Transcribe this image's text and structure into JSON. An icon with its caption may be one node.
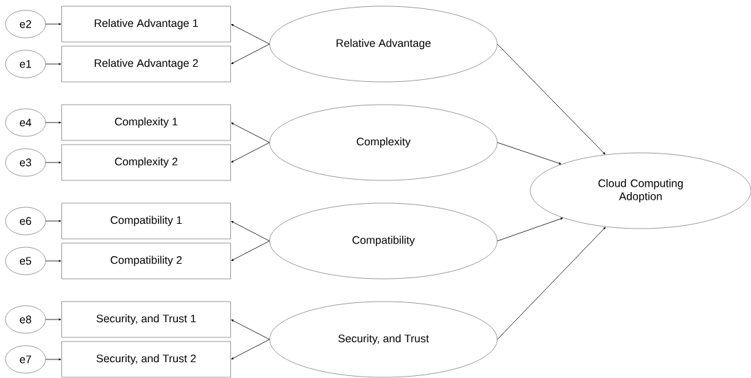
{
  "diagram": {
    "nodes": [
      {
        "text": [
          "e2"
        ]
      },
      {
        "text": [
          "Relative Advantage 1"
        ]
      },
      {
        "text": [
          "Relative Advantage"
        ]
      },
      {
        "text": [
          "e1"
        ]
      },
      {
        "text": [
          "Relative Advantage 2"
        ]
      },
      {
        "text": [
          "e4"
        ]
      },
      {
        "text": [
          "Complexity 1"
        ]
      },
      {
        "text": [
          "Complexity"
        ]
      },
      {
        "text": [
          "e3"
        ]
      },
      {
        "text": [
          "Complexity 2"
        ]
      },
      {
        "text": [
          "e6"
        ]
      },
      {
        "text": [
          "Compatibility 1"
        ]
      },
      {
        "text": [
          "Compatibility"
        ]
      },
      {
        "text": [
          "e5"
        ]
      },
      {
        "text": [
          "Compatibility 2"
        ]
      },
      {
        "text": [
          "e8"
        ]
      },
      {
        "text": [
          "Security, and Trust 1"
        ]
      },
      {
        "text": [
          "Security, and Trust"
        ]
      },
      {
        "text": [
          "e7"
        ]
      },
      {
        "text": [
          "Security, and Trust 2"
        ]
      },
      {
        "text": [
          "Cloud Computing Adoption"
        ]
      }
    ],
    "edges": [
      {
        "from": 0,
        "to": 1,
        "arrow": "to"
      },
      {
        "from": 3,
        "to": 4,
        "arrow": "to"
      },
      {
        "from": 2,
        "to": 1,
        "arrow": "to"
      },
      {
        "from": 2,
        "to": 4,
        "arrow": "to"
      },
      {
        "from": 5,
        "to": 6,
        "arrow": "to"
      },
      {
        "from": 8,
        "to": 9,
        "arrow": "to"
      },
      {
        "from": 7,
        "to": 6,
        "arrow": "to"
      },
      {
        "from": 7,
        "to": 9,
        "arrow": "to"
      },
      {
        "from": 10,
        "to": 11,
        "arrow": "to"
      },
      {
        "from": 13,
        "to": 14,
        "arrow": "to"
      },
      {
        "from": 12,
        "to": 11,
        "arrow": "to"
      },
      {
        "from": 12,
        "to": 14,
        "arrow": "to"
      },
      {
        "from": 15,
        "to": 16,
        "arrow": "to"
      },
      {
        "from": 18,
        "to": 19,
        "arrow": "to"
      },
      {
        "from": 17,
        "to": 16,
        "arrow": "to"
      },
      {
        "from": 17,
        "to": 19,
        "arrow": "to"
      },
      {
        "from": 2,
        "to": 20,
        "arrow": "to"
      },
      {
        "from": 7,
        "to": 20,
        "arrow": "to"
      },
      {
        "from": 12,
        "to": 20,
        "arrow": "to"
      },
      {
        "from": 17,
        "to": 20,
        "arrow": "to"
      }
    ]
  }
}
